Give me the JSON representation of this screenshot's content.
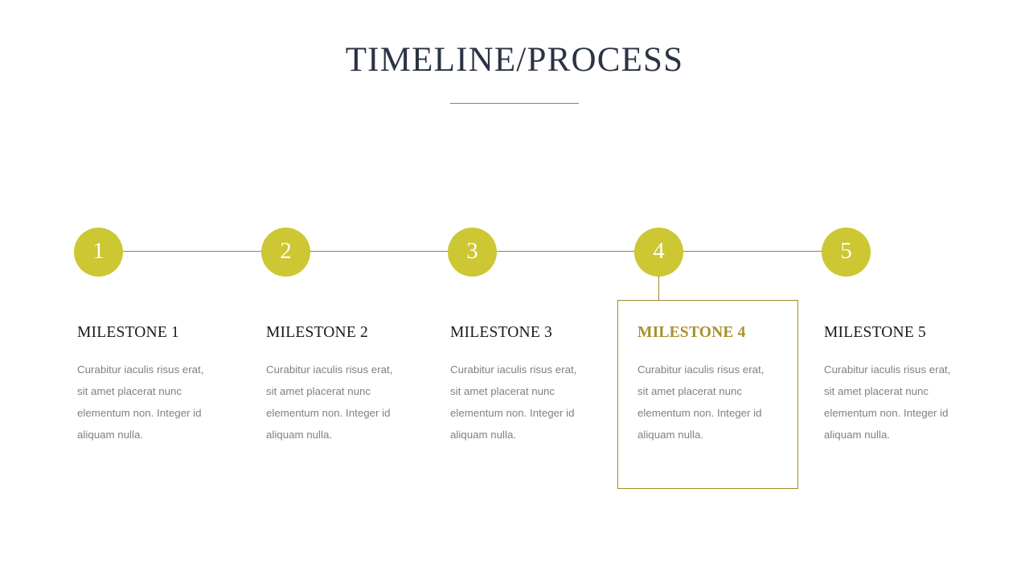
{
  "slide": {
    "title": "TIMELINE/PROCESS",
    "accent_color": "#ccc733",
    "line_color": "#9a8a25",
    "box_border_color": "#a08c28",
    "title_color": "#2b3444",
    "highlight_heading_color": "#a8902c",
    "body_color": "#808080"
  },
  "nodes": [
    {
      "number": "1"
    },
    {
      "number": "2"
    },
    {
      "number": "3"
    },
    {
      "number": "4"
    },
    {
      "number": "5"
    }
  ],
  "milestones": [
    {
      "heading": "MILESTONE 1",
      "body": "Curabitur iaculis risus erat, sit amet placerat nunc elementum non. Integer id aliquam nulla.",
      "highlighted": false
    },
    {
      "heading": "MILESTONE 2",
      "body": "Curabitur iaculis risus erat, sit amet placerat nunc elementum non. Integer id aliquam nulla.",
      "highlighted": false
    },
    {
      "heading": "MILESTONE 3",
      "body": "Curabitur iaculis risus erat, sit amet placerat nunc elementum non. Integer id aliquam nulla.",
      "highlighted": false
    },
    {
      "heading": "MILESTONE 4",
      "body": "Curabitur iaculis risus erat, sit amet placerat nunc elementum non. Integer id aliquam nulla.",
      "highlighted": true
    },
    {
      "heading": "MILESTONE 5",
      "body": "Curabitur iaculis risus erat, sit amet placerat nunc elementum non. Integer id aliquam nulla.",
      "highlighted": false
    }
  ]
}
